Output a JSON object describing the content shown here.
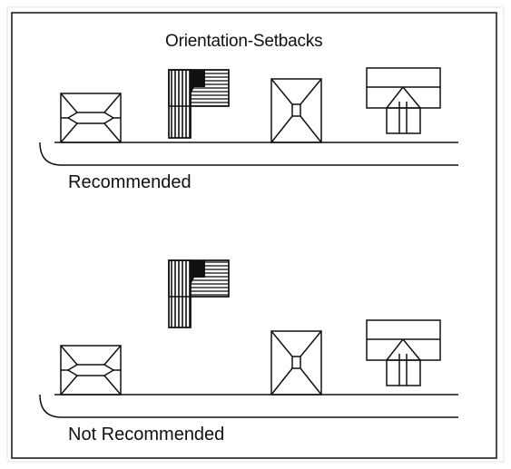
{
  "diagram": {
    "title": "Orientation-Setbacks",
    "sections": [
      {
        "label": "Recommended"
      },
      {
        "label": "Not Recommended"
      }
    ]
  },
  "colors": {
    "line": "#111111",
    "background": "#ffffff",
    "outer_border": "#e6e6e6"
  }
}
